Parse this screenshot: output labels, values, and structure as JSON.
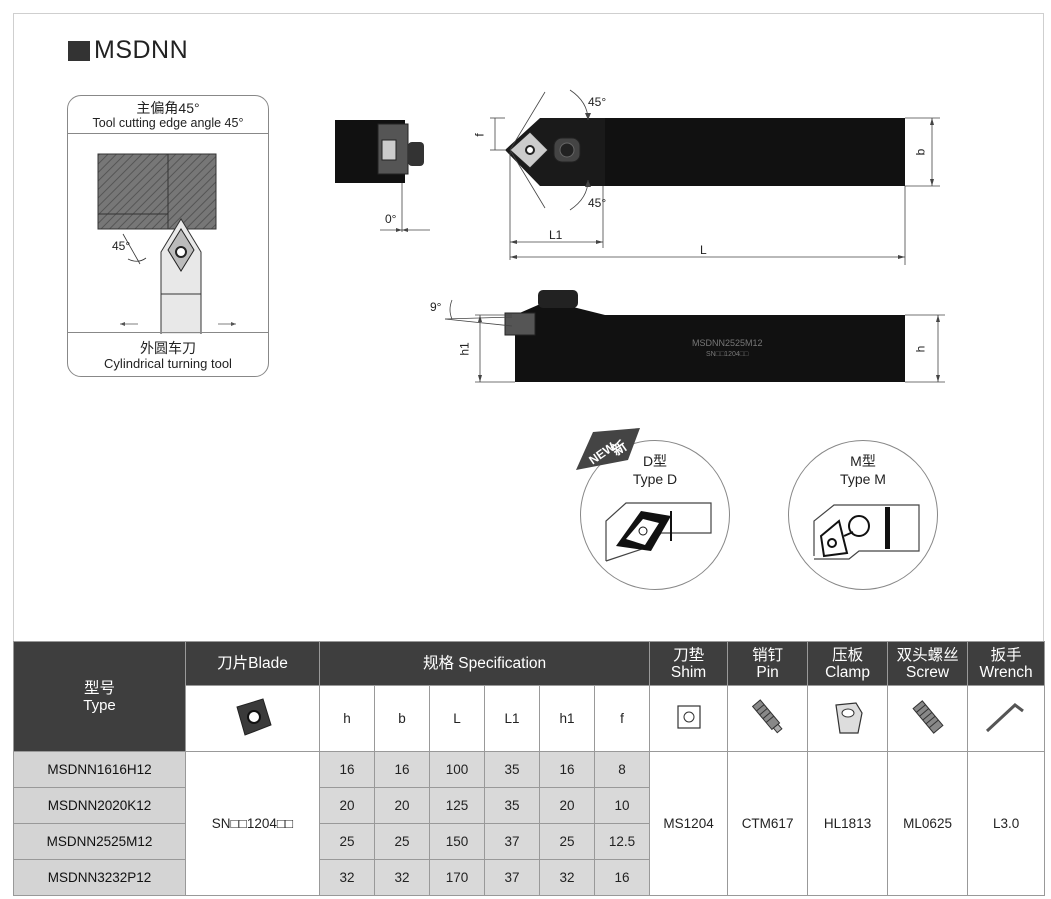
{
  "title": "MSDNN",
  "card": {
    "angle_cn": "主偏角45°",
    "angle_en": "Tool cutting edge angle 45°",
    "angle_label": "45°",
    "tool_cn": "外圆车刀",
    "tool_en": "Cylindrical turning tool"
  },
  "dims": {
    "zero": "0°",
    "angle_top": "45°",
    "angle_bottom": "45°",
    "f": "f",
    "b": "b",
    "L1": "L1",
    "L": "L",
    "nine": "9°",
    "h1": "h1",
    "h": "h",
    "engrave_model": "MSDNN2525M12",
    "engrave_blade": "SN□□1204□□"
  },
  "type_d": {
    "badge": "NEW",
    "badge_cn": "新",
    "label_cn": "D型",
    "label_en": "Type D"
  },
  "type_m": {
    "label_cn": "M型",
    "label_en": "Type M"
  },
  "table": {
    "head": {
      "type_cn": "型号",
      "type_en": "Type",
      "blade": "刀片Blade",
      "spec": "规格 Specification",
      "shim_cn": "刀垫",
      "shim_en": "Shim",
      "pin_cn": "销钉",
      "pin_en": "Pin",
      "clamp_cn": "压板",
      "clamp_en": "Clamp",
      "screw_cn": "双头螺丝",
      "screw_en": "Screw",
      "wrench_cn": "扳手",
      "wrench_en": "Wrench"
    },
    "spec_cols": [
      "h",
      "b",
      "L",
      "L1",
      "h1",
      "f"
    ],
    "rows": [
      {
        "type": "MSDNN1616H12",
        "vals": [
          "16",
          "16",
          "100",
          "35",
          "16",
          "8"
        ]
      },
      {
        "type": "MSDNN2020K12",
        "vals": [
          "20",
          "20",
          "125",
          "35",
          "20",
          "10"
        ]
      },
      {
        "type": "MSDNN2525M12",
        "vals": [
          "25",
          "25",
          "150",
          "37",
          "25",
          "12.5"
        ]
      },
      {
        "type": "MSDNN3232P12",
        "vals": [
          "32",
          "32",
          "170",
          "37",
          "32",
          "16"
        ]
      }
    ],
    "blade_value": "SN□□1204□□",
    "shim": "MS1204",
    "pin": "CTM617",
    "clamp": "HL1813",
    "screw": "ML0625",
    "wrench": "L3.0"
  }
}
